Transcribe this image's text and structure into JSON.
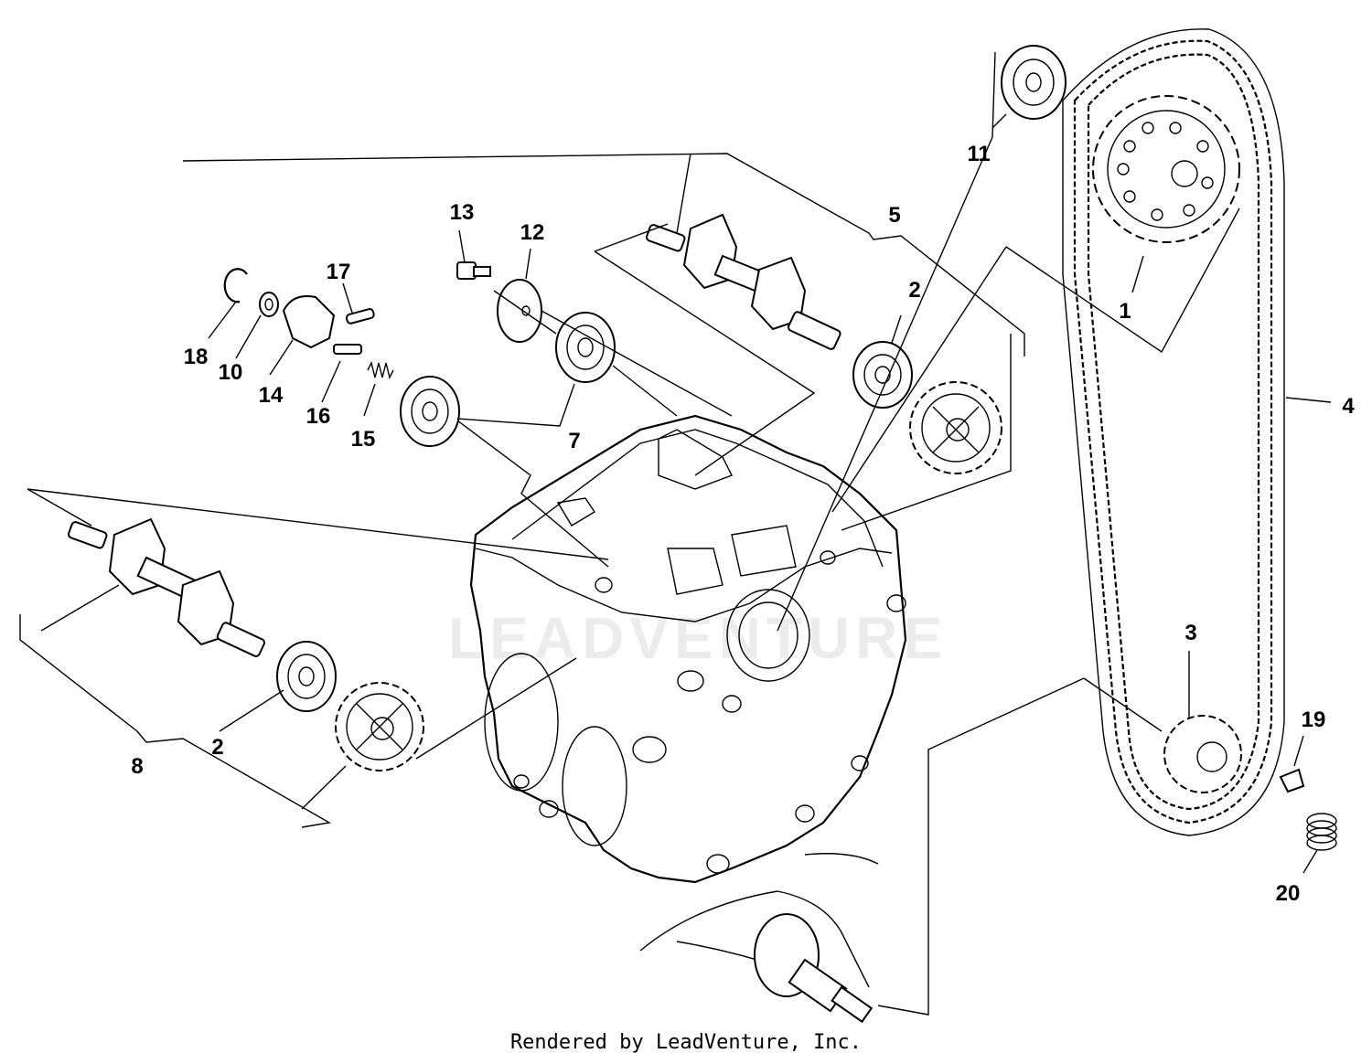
{
  "watermark": "LEADVENTURE",
  "footer": "Rendered by LeadVenture, Inc.",
  "callouts": [
    "1",
    "2",
    "3",
    "4",
    "5",
    "7",
    "8",
    "10",
    "11",
    "12",
    "13",
    "14",
    "15",
    "16",
    "17",
    "18",
    "19",
    "20"
  ],
  "callout_second_2": "2"
}
